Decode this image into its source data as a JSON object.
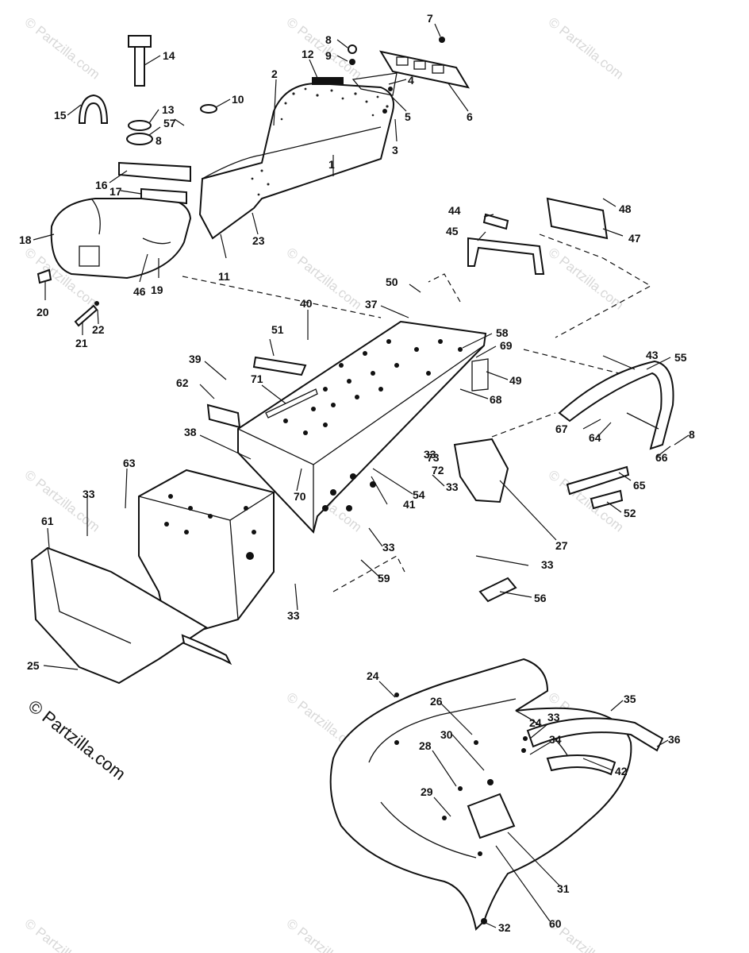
{
  "copyright": "© Partzilla.com",
  "watermark_text": "© Partzilla.com",
  "callouts": [
    "1",
    "2",
    "3",
    "4",
    "5",
    "6",
    "7",
    "8",
    "8",
    "8",
    "9",
    "10",
    "11",
    "12",
    "13",
    "14",
    "15",
    "16",
    "17",
    "18",
    "19",
    "20",
    "21",
    "22",
    "23",
    "24",
    "24",
    "25",
    "26",
    "27",
    "28",
    "29",
    "30",
    "31",
    "32",
    "33",
    "33",
    "33",
    "33",
    "33",
    "33",
    "33",
    "34",
    "35",
    "36",
    "37",
    "38",
    "39",
    "40",
    "41",
    "42",
    "43",
    "44",
    "45",
    "46",
    "47",
    "48",
    "49",
    "50",
    "51",
    "52",
    "54",
    "55",
    "56",
    "57",
    "58",
    "59",
    "60",
    "61",
    "62",
    "63",
    "64",
    "65",
    "66",
    "67",
    "68",
    "69",
    "70",
    "71",
    "72",
    "73"
  ]
}
